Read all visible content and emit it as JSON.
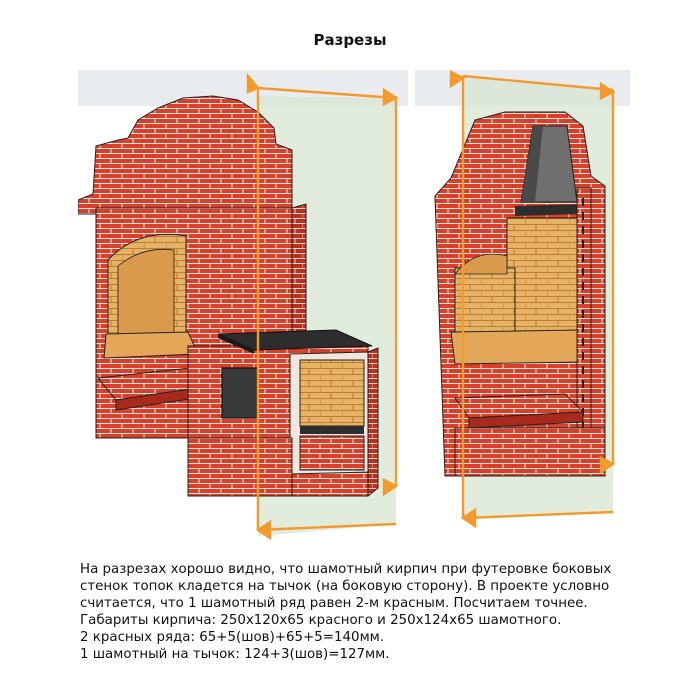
{
  "page": {
    "title": "Разрезы",
    "paragraphs": [
      "На разрезах хорошо видно, что шамотный кирпич при футеровке боковых стенок топок кладется на тычок (на боковую сторону). В проекте условно считается, что 1 шамотный ряд равен 2-м красным. Посчитаем точнее. Габариты кирпича: 250х120х65 красного и 250х124х65 шамотного.",
      "2 красных ряда: 65+5(шов)+65+5=140мм.",
      "1 шамотный на тычок: 124+3(шов)=127мм."
    ]
  },
  "figures": {
    "left_name": "stove-section-left",
    "right_name": "stove-section-right"
  },
  "colors": {
    "brick": "#d8402a",
    "brick_dark": "#a82a1c",
    "mortar": "#f2e6df",
    "firebrick": "#e8b264",
    "firebrick_dark": "#c98a3e",
    "cut_plane": "#d9e7d4",
    "arrow": "#f29a2e",
    "metal": "#3a3a3a"
  }
}
